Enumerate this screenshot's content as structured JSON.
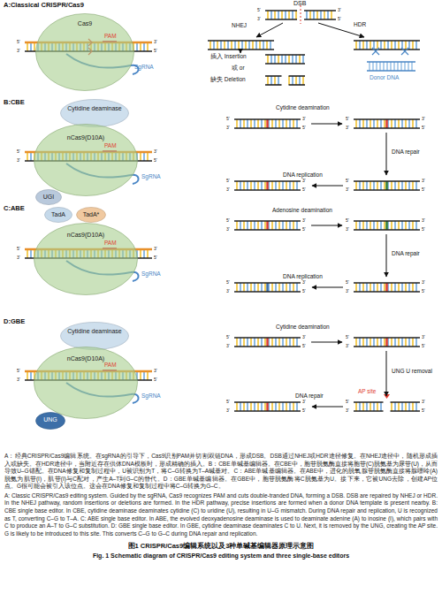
{
  "diagram": {
    "caption": "图1 CRISPR/Cas9编辑系统以及3种单碱基编辑器原理示意图",
    "nodes": [
      {
        "text": [
          "Cas9"
        ]
      },
      {
        "text": [
          "Cytidine deaminase"
        ]
      },
      {
        "text": [
          "nCas9(D10A)"
        ]
      },
      {
        "text": [
          "UGI"
        ]
      },
      {
        "text": [
          "TadA"
        ]
      },
      {
        "text": [
          "TadA*"
        ]
      },
      {
        "text": [
          "nCas9(D10A)"
        ]
      },
      {
        "text": [
          "Cytidine deaminase"
        ]
      },
      {
        "text": [
          "nCas9(D10A)"
        ]
      },
      {
        "text": [
          "UNG"
        ]
      }
    ],
    "labels": [
      "A:Classical CRISPR/Cas9",
      "PAM",
      "SgRNA",
      "DSB",
      "NHEJ",
      "HDR",
      "插入 Insertion",
      "或 or",
      "缺失 Deletion",
      "Donor DNA",
      "B:CBE",
      "PAM",
      "SgRNA",
      "Cytidine deamination",
      "DNA repair",
      "DNA replication",
      "C:ABE",
      "PAM",
      "SgRNA",
      "Adenosine deamination",
      "DNA repair",
      "DNA replication",
      "D:GBE",
      "PAM",
      "SgRNA",
      "Cytidine deamination",
      "UNG U removal",
      "AP site",
      "DNA repair",
      "A：经典CRISPR/Cas9编辑系统。在sgRNA的引导下，Cas9识别PAM并切割双链DNA，形成DSB。DSB通过NHEJ或HDR途径修复。在NHEJ途径中，随机形成插入或缺失。在HDR途径中，当附近存在供体DNA模板时，形成精确的插入。B：CBE单碱基编辑器。在CBE中，胞苷脱氨酶直接将胞苷(C)脱氨基为尿苷(U)，从而导致U–G错配。在DNA修复和复制过程中，U被识别为T，将C–G转换为T–A碱基对。C：ABE单碱基编辑器。在ABE中，进化的脱氧腺苷脱氨酶直接将腺嘌呤(A)脱氨为肌苷(I)，肌苷(I)与C配对，产生A–T到G–C的替代。D：GBE单碱基编辑器。在GBE中，胞苷脱氨酶将C脱氨基为U。接下来，它被UNG去除，创建AP位点。G很可能会被引入该位点。这会在DNA修复和复制过程中将C–G转换为G–C。",
      "A: Classic CRISPR/Cas9 editing system. Guided by the sgRNA, Cas9 recognizes PAM and cuts double-tranded DNA, forming a DSB. DSB are repaired by NHEJ or HDR. In the NHEJ pathway, random insertions or deletions are formed. In the HDR pathway, precise insertions are formed when a donor DNA template is present nearby. B: CBE single base editor. In CBE, cytidine deaminase deaminates cytidine (C) to uridine (U), resulting in U–G mismatch. During DNA repair and replication, U is recognized as T, converting C–G to T–A. C: ABE single base editor. In ABE, the evolved deoxyadenosine deaminase is used to deaminate adenine (A) to inosine (I), which pairs with C to produce an A–T to G–C substitution. D: GBE single base editor. In GBE, cytidine deaminase deaminates C to U. Next, it is removed by the UNG, creating the AP site. G is likely to be introduced to this site. This converts C–G to G–C during DNA repair and replication.",
      "Fig. 1  Schematic diagram of CRISPR/Cas9 editing system and three single-base editors",
      "5'",
      "3'",
      "3'",
      "5'",
      "5'",
      "3'",
      "3'",
      "5'",
      "5'",
      "3'",
      "3'",
      "5'",
      "5'",
      "3'",
      "3'",
      "5'",
      "5'",
      "3'",
      "3'",
      "5'",
      "5'",
      "3'",
      "3'",
      "5'",
      "5'",
      "3'",
      "3'",
      "5'",
      "5'",
      "3'",
      "3'",
      "5'",
      "5'",
      "3'",
      "3'",
      "5'",
      "5'",
      "3'",
      "3'",
      "5'",
      "5'",
      "3'",
      "3'",
      "5'",
      "5'",
      "3'",
      "3'",
      "5'",
      "5'",
      "3'",
      "3'",
      "5'",
      "5'",
      "3'",
      "3'",
      "5'",
      "5'",
      "3'",
      "3'",
      "5'",
      "5'",
      "3'",
      "3'",
      "5'",
      "5'",
      "3'",
      "3'",
      "5'"
    ]
  }
}
